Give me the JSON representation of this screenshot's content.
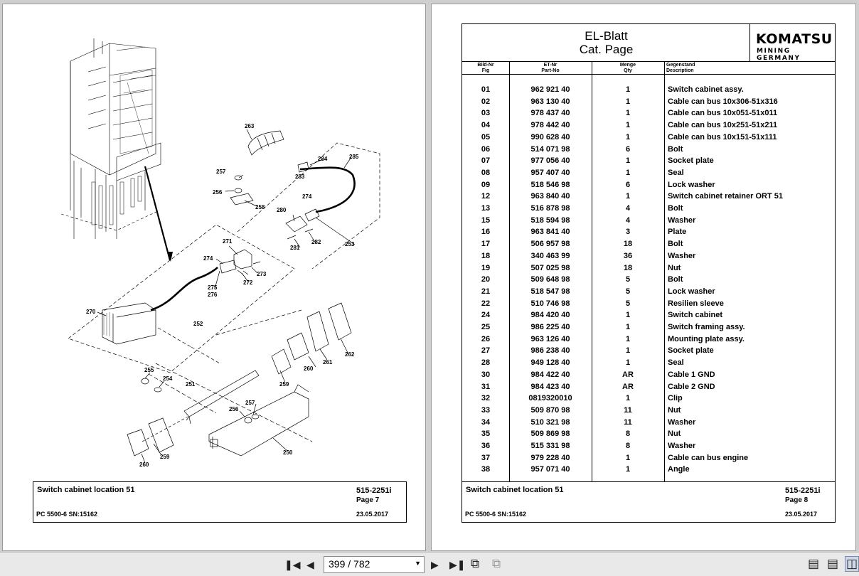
{
  "left_page": {
    "title_block": {
      "title": "Switch cabinet location 51",
      "code": "515-2251i",
      "page": "Page 7",
      "model": "PC 5500-6 SN:15162",
      "date": "23.05.2017"
    },
    "callouts": [
      "263",
      "257",
      "256",
      "258",
      "284",
      "285",
      "283",
      "274",
      "280",
      "282",
      "281",
      "253",
      "271",
      "274",
      "273",
      "272",
      "275",
      "276",
      "270",
      "252",
      "255",
      "254",
      "251",
      "256",
      "257",
      "259",
      "261",
      "262",
      "260",
      "250",
      "259",
      "260"
    ]
  },
  "right_page": {
    "header": {
      "title_line1": "EL-Blatt",
      "title_line2": "Cat. Page",
      "logo": "KOMATSU",
      "logo_sub": "MINING GERMANY"
    },
    "columns": [
      {
        "line1": "Bild-Nr",
        "line2": "Fig"
      },
      {
        "line1": "ET-Nr",
        "line2": "Part-No"
      },
      {
        "line1": "Menge",
        "line2": "Qty"
      },
      {
        "line1": "Gegenstand",
        "line2": "Description"
      }
    ],
    "rows": [
      {
        "fig": "01",
        "part": "962 921 40",
        "qty": "1",
        "desc": "Switch cabinet assy."
      },
      {
        "fig": "02",
        "part": "963 130 40",
        "qty": "1",
        "desc": "Cable can bus 10x306-51x316"
      },
      {
        "fig": "03",
        "part": "978 437 40",
        "qty": "1",
        "desc": "Cable can bus 10x051-51x011"
      },
      {
        "fig": "04",
        "part": "978 442 40",
        "qty": "1",
        "desc": "Cable can bus 10x251-51x211"
      },
      {
        "fig": "05",
        "part": "990 628 40",
        "qty": "1",
        "desc": "Cable can bus 10x151-51x111"
      },
      {
        "fig": "06",
        "part": "514 071 98",
        "qty": "6",
        "desc": "Bolt"
      },
      {
        "fig": "07",
        "part": "977 056 40",
        "qty": "1",
        "desc": "Socket plate"
      },
      {
        "fig": "08",
        "part": "957 407 40",
        "qty": "1",
        "desc": "Seal"
      },
      {
        "fig": "09",
        "part": "518 546 98",
        "qty": "6",
        "desc": "Lock washer"
      },
      {
        "fig": "12",
        "part": "963 840 40",
        "qty": "1",
        "desc": "Switch cabinet retainer ORT 51"
      },
      {
        "fig": "13",
        "part": "516 878 98",
        "qty": "4",
        "desc": "Bolt"
      },
      {
        "fig": "15",
        "part": "518 594 98",
        "qty": "4",
        "desc": "Washer"
      },
      {
        "fig": "16",
        "part": "963 841 40",
        "qty": "3",
        "desc": "Plate"
      },
      {
        "fig": "17",
        "part": "506 957 98",
        "qty": "18",
        "desc": "Bolt"
      },
      {
        "fig": "18",
        "part": "340 463 99",
        "qty": "36",
        "desc": "Washer"
      },
      {
        "fig": "19",
        "part": "507 025 98",
        "qty": "18",
        "desc": "Nut"
      },
      {
        "fig": "20",
        "part": "509 648 98",
        "qty": "5",
        "desc": "Bolt"
      },
      {
        "fig": "21",
        "part": "518 547 98",
        "qty": "5",
        "desc": "Lock washer"
      },
      {
        "fig": "22",
        "part": "510 746 98",
        "qty": "5",
        "desc": "Resilien sleeve"
      },
      {
        "fig": "24",
        "part": "984 420 40",
        "qty": "1",
        "desc": "Switch cabinet"
      },
      {
        "fig": "25",
        "part": "986 225 40",
        "qty": "1",
        "desc": "Switch framing assy."
      },
      {
        "fig": "26",
        "part": "963 126 40",
        "qty": "1",
        "desc": "Mounting plate assy."
      },
      {
        "fig": "27",
        "part": "986 238 40",
        "qty": "1",
        "desc": "Socket plate"
      },
      {
        "fig": "28",
        "part": "949 128 40",
        "qty": "1",
        "desc": "Seal"
      },
      {
        "fig": "30",
        "part": "984 422 40",
        "qty": "AR",
        "desc": "Cable 1 GND"
      },
      {
        "fig": "31",
        "part": "984 423 40",
        "qty": "AR",
        "desc": "Cable 2 GND"
      },
      {
        "fig": "32",
        "part": "0819320010",
        "qty": "1",
        "desc": "Clip"
      },
      {
        "fig": "33",
        "part": "509 870 98",
        "qty": "11",
        "desc": "Nut"
      },
      {
        "fig": "34",
        "part": "510 321 98",
        "qty": "11",
        "desc": "Washer"
      },
      {
        "fig": "35",
        "part": "509 869 98",
        "qty": "8",
        "desc": "Nut"
      },
      {
        "fig": "36",
        "part": "515 331 98",
        "qty": "8",
        "desc": "Washer"
      },
      {
        "fig": "37",
        "part": "979 228 40",
        "qty": "1",
        "desc": "Cable can bus engine"
      },
      {
        "fig": "38",
        "part": "957 071 40",
        "qty": "1",
        "desc": "Angle"
      }
    ],
    "title_block": {
      "title": "Switch cabinet location 51",
      "code": "515-2251i",
      "page": "Page 8",
      "model": "PC 5500-6 SN:15162",
      "date": "23.05.2017"
    }
  },
  "statusbar": {
    "page_indicator": "399 / 782"
  }
}
